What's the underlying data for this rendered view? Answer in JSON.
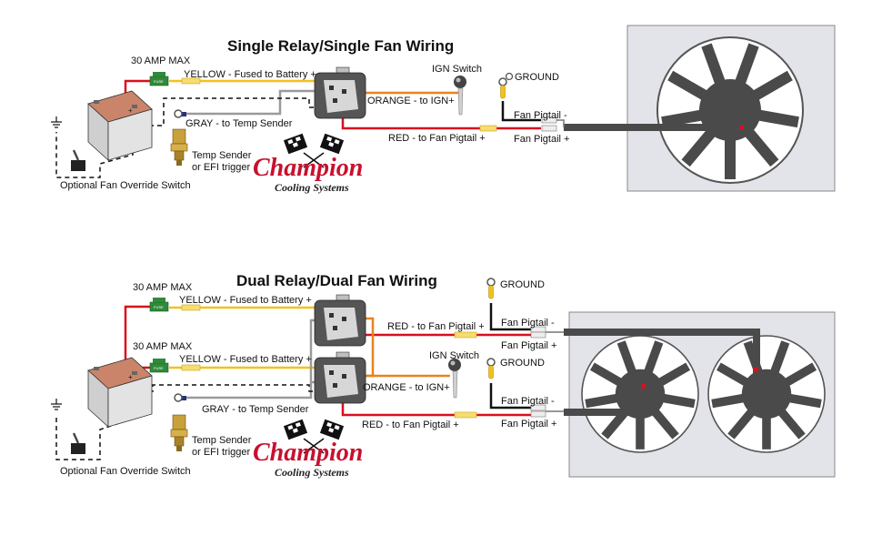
{
  "colors": {
    "yellow": "#f2c21a",
    "red": "#d8101e",
    "orange": "#e9821e",
    "gray": "#9a9a9a",
    "black": "#111111",
    "blue": "#24337a",
    "relay": "#555555",
    "fan_blade": "#4a4a4a",
    "brand": "#c8102e"
  },
  "single": {
    "title": "Single Relay/Single Fan Wiring",
    "amp_label": "30 AMP MAX",
    "fuse_text": "FUSE",
    "yellow_label": "YELLOW - Fused to Battery +",
    "orange_label": "ORANGE - to IGN+",
    "gray_label": "GRAY - to Temp Sender",
    "red_label": "RED - to Fan Pigtail +",
    "ign_switch": "IGN Switch",
    "ground": "GROUND",
    "pigtail_neg": "Fan Pigtail -",
    "pigtail_pos": "Fan Pigtail +",
    "temp_sender_1": "Temp Sender",
    "temp_sender_2": "or EFI trigger",
    "override": "Optional Fan Override Switch",
    "brand": "Champion",
    "brand_sub": "Cooling Systems"
  },
  "dual": {
    "title": "Dual Relay/Dual Fan Wiring",
    "amp_label_1": "30 AMP MAX",
    "amp_label_2": "30 AMP MAX",
    "fuse_text": "FUSE",
    "yellow_label_1": "YELLOW - Fused to Battery +",
    "yellow_label_2": "YELLOW - Fused to Battery +",
    "orange_label": "ORANGE - to IGN+",
    "gray_label": "GRAY - to Temp Sender",
    "red_label_1": "RED - to Fan Pigtail +",
    "red_label_2": "RED - to Fan Pigtail +",
    "ign_switch": "IGN Switch",
    "ground_1": "GROUND",
    "ground_2": "GROUND",
    "pigtail_neg_1": "Fan Pigtail -",
    "pigtail_pos_1": "Fan Pigtail +",
    "pigtail_neg_2": "Fan Pigtail -",
    "pigtail_pos_2": "Fan Pigtail +",
    "temp_sender_1": "Temp Sender",
    "temp_sender_2": "or EFI trigger",
    "override": "Optional Fan Override Switch",
    "brand": "Champion",
    "brand_sub": "Cooling Systems"
  }
}
